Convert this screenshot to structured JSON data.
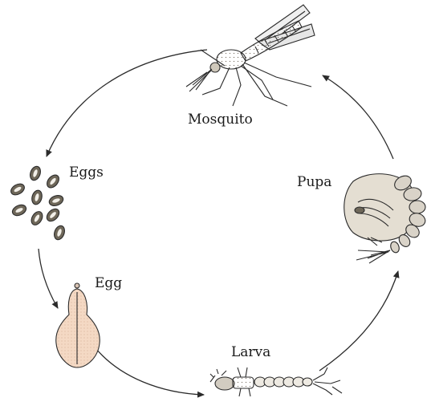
{
  "diagram": {
    "stages": {
      "mosquito": {
        "label": "Mosquito",
        "icon": "mosquito-icon"
      },
      "pupa": {
        "label": "Pupa",
        "icon": "pupa-icon"
      },
      "larva": {
        "label": "Larva",
        "icon": "larva-icon"
      },
      "egg": {
        "label": "Egg",
        "icon": "egg-icon"
      },
      "eggs": {
        "label": "Eggs",
        "icon": "egg-cluster-icon"
      }
    },
    "colors": {
      "egg_fill": "#f4d9c4",
      "pupa_fill": "#e4ded2",
      "body_fill": "#d9d3c8",
      "line": "#2b2b2b"
    }
  }
}
